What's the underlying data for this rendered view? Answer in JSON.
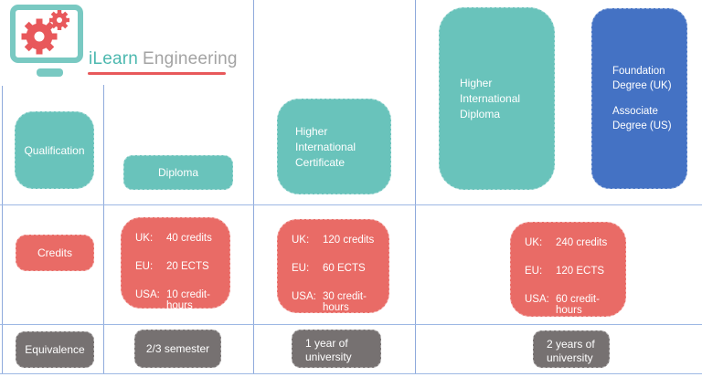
{
  "logo": {
    "brand_primary": "iLearn",
    "brand_secondary": "Engineering",
    "icon": "monitor-gears-icon"
  },
  "colors": {
    "teal": "#69C3BB",
    "red": "#E96B66",
    "blue": "#4472C4",
    "gray": "#767171",
    "grid_line": "#8FAADC",
    "brand_teal": "#4CB8AF",
    "brand_gray": "#A3A3A3",
    "underline_red": "#E8595B",
    "text": "#FFFFFF"
  },
  "row_headers": {
    "qualification": "Qualification",
    "credits": "Credits",
    "equivalence": "Equivalence"
  },
  "columns": [
    {
      "qualification": "Diploma",
      "credits": [
        {
          "region": "UK:",
          "amount": "40 credits"
        },
        {
          "region": "EU:",
          "amount": "20 ECTS"
        },
        {
          "region": "USA:",
          "amount": "10 credit-hours"
        }
      ],
      "equivalence": "2/3 semester"
    },
    {
      "qualification": "Higher International Certificate",
      "credits": [
        {
          "region": "UK:",
          "amount": "120 credits"
        },
        {
          "region": "EU:",
          "amount": "60 ECTS"
        },
        {
          "region": "USA:",
          "amount": "30 credit-hours"
        }
      ],
      "equivalence": "1 year of\nuniversity"
    },
    {
      "qualification": "Higher International Diploma",
      "qualification_equivalents": [
        "Foundation Degree (UK)",
        "Associate Degree (US)"
      ],
      "credits": [
        {
          "region": "UK:",
          "amount": "240 credits"
        },
        {
          "region": "EU:",
          "amount": "120 ECTS"
        },
        {
          "region": "USA:",
          "amount": "60 credit-hours"
        }
      ],
      "equivalence": "2 years of\nuniversity"
    }
  ]
}
